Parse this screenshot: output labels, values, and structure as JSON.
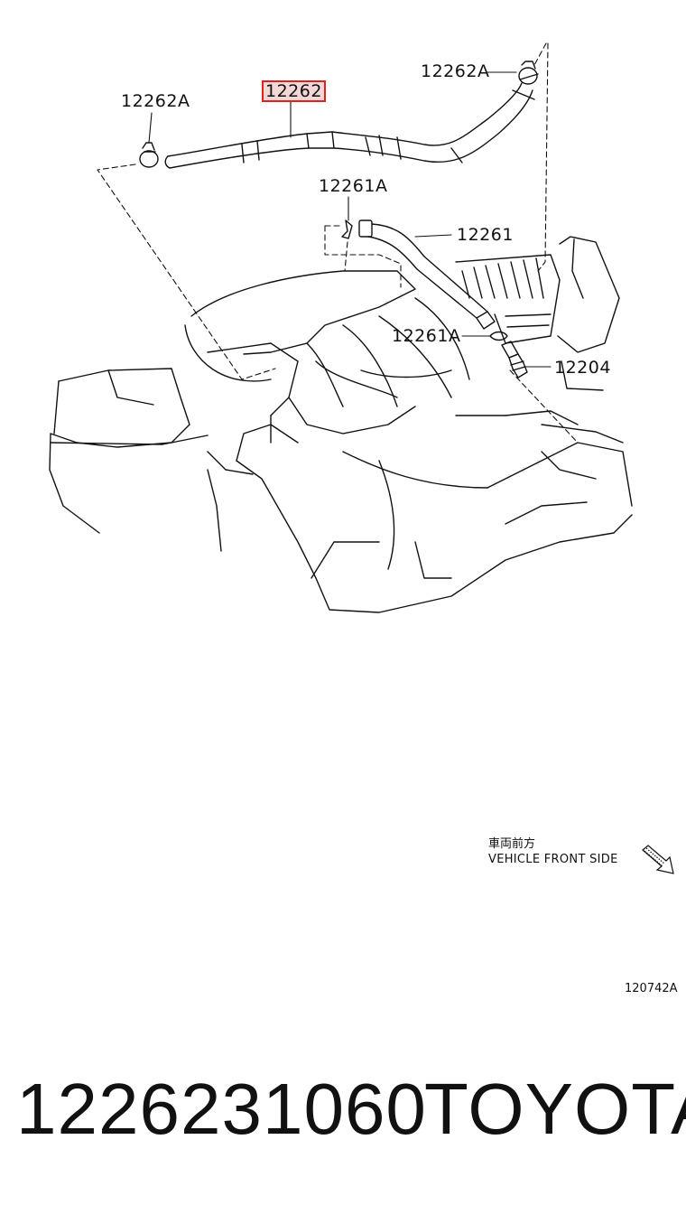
{
  "callouts": {
    "hose_main": "12262",
    "clamp_left": "12262A",
    "clamp_right": "12262A",
    "clip_upper": "12261A",
    "hose_pcv": "12261",
    "clip_lower": "12261A",
    "pcv_valve": "12204"
  },
  "direction": {
    "japanese": "車両前方",
    "english": "VEHICLE FRONT SIDE"
  },
  "illustration_code": "120742A",
  "footer": {
    "part_number": "1226231060",
    "brand": "TOYOTA"
  },
  "colors": {
    "line": "#111111",
    "highlight_border": "#dd2222",
    "highlight_fill": "#f3d6d6"
  }
}
